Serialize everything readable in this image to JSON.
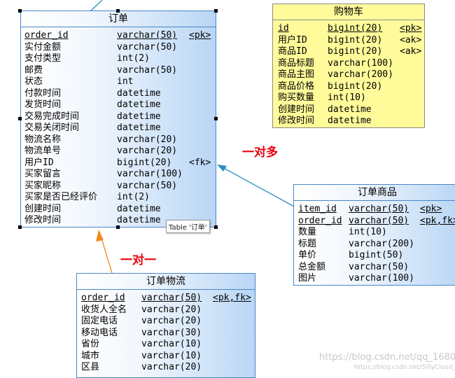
{
  "entities": {
    "order": {
      "title": "订单",
      "rows": [
        {
          "name": "order_id",
          "type": "varchar(50)",
          "key": "<pk>",
          "pk": true
        },
        {
          "name": "实付金额",
          "type": "varchar(50)",
          "key": ""
        },
        {
          "name": "支付类型",
          "type": "int(2)",
          "key": ""
        },
        {
          "name": "邮费",
          "type": "varchar(50)",
          "key": ""
        },
        {
          "name": "状态",
          "type": "int",
          "key": ""
        },
        {
          "name": "付款时间",
          "type": "datetime",
          "key": ""
        },
        {
          "name": "发货时间",
          "type": "datetime",
          "key": ""
        },
        {
          "name": "交易完成时间",
          "type": "datetime",
          "key": ""
        },
        {
          "name": "交易关闭时间",
          "type": "datetime",
          "key": ""
        },
        {
          "name": "物流名称",
          "type": "varchar(20)",
          "key": ""
        },
        {
          "name": "物流单号",
          "type": "varchar(20)",
          "key": ""
        },
        {
          "name": "用户ID",
          "type": "bigint(20)",
          "key": "<fk>"
        },
        {
          "name": "买家留言",
          "type": "varchar(100)",
          "key": ""
        },
        {
          "name": "买家昵称",
          "type": "varchar(50)",
          "key": ""
        },
        {
          "name": "买家是否已经评价",
          "type": "int(2)",
          "key": ""
        },
        {
          "name": "创建时间",
          "type": "datetime",
          "key": ""
        },
        {
          "name": "修改时间",
          "type": "datetime",
          "key": ""
        }
      ]
    },
    "cart": {
      "title": "购物车",
      "rows": [
        {
          "name": "id",
          "type": "bigint(20)",
          "key": "<pk>",
          "pk": true
        },
        {
          "name": "用户ID",
          "type": "bigint(20)",
          "key": "<ak>"
        },
        {
          "name": "商品ID",
          "type": "bigint(20)",
          "key": "<ak>"
        },
        {
          "name": "商品标题",
          "type": "varchar(100)",
          "key": ""
        },
        {
          "name": "商品主图",
          "type": "varchar(200)",
          "key": ""
        },
        {
          "name": "商品价格",
          "type": "bigint(20)",
          "key": ""
        },
        {
          "name": "购买数量",
          "type": "int(10)",
          "key": ""
        },
        {
          "name": "创建时间",
          "type": "datetime",
          "key": ""
        },
        {
          "name": "修改时间",
          "type": "datetime",
          "key": ""
        }
      ]
    },
    "order_item": {
      "title": "订单商品",
      "rows": [
        {
          "name": "item_id",
          "type": "varchar(50)",
          "key": "<pk>",
          "pk": true
        },
        {
          "name": "order_id",
          "type": "varchar(50)",
          "key": "<pk,fk>",
          "pk": true
        },
        {
          "name": "数量",
          "type": "int(10)",
          "key": ""
        },
        {
          "name": "标题",
          "type": "varchar(200)",
          "key": ""
        },
        {
          "name": "单价",
          "type": "bigint(50)",
          "key": ""
        },
        {
          "name": "总金额",
          "type": "varchar(50)",
          "key": ""
        },
        {
          "name": "图片",
          "type": "varchar(100)",
          "key": ""
        }
      ]
    },
    "order_shipping": {
      "title": "订单物流",
      "rows": [
        {
          "name": "order_id",
          "type": "varchar(50)",
          "key": "<pk,fk>",
          "pk": true
        },
        {
          "name": "收货人全名",
          "type": "varchar(20)",
          "key": ""
        },
        {
          "name": "固定电话",
          "type": "varchar(20)",
          "key": ""
        },
        {
          "name": "移动电话",
          "type": "varchar(30)",
          "key": ""
        },
        {
          "name": "省份",
          "type": "varchar(10)",
          "key": ""
        },
        {
          "name": "城市",
          "type": "varchar(10)",
          "key": ""
        },
        {
          "name": "区县",
          "type": "varchar(20)",
          "key": ""
        }
      ]
    }
  },
  "relations": {
    "one_to_many": "一对多",
    "one_to_one": "一对一"
  },
  "tooltip": "Table '订单'",
  "watermark": {
    "line1": "https://blog.csdn.net/qq_1680",
    "line2": "https://blog.csdn.net/SillyCloud_"
  },
  "colors": {
    "entity_border": "#4a86c5",
    "cart_fill": "#fffb9a",
    "one_to_many_link": "#2b8fc4",
    "one_to_one_link": "#f08a1c",
    "relation_label": "#e8000a"
  }
}
